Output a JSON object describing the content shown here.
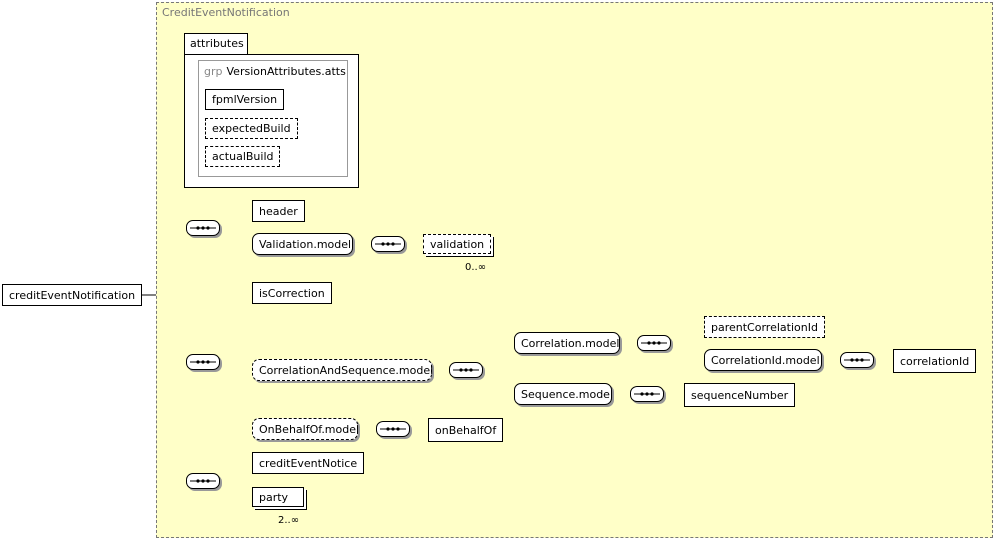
{
  "type_name": "CreditEventNotification",
  "root": "creditEventNotification",
  "attributes": {
    "tab_label": "attributes",
    "group_keyword": "grp",
    "group_name": "VersionAttributes.atts",
    "items": [
      "fpmlVersion",
      "expectedBuild",
      "actualBuild"
    ]
  },
  "elements": {
    "header": "header",
    "validation_model": "Validation.model",
    "validation": "validation",
    "validation_occurs": "0..∞",
    "is_correction": "isCorrection",
    "correlation_and_sequence_model": "CorrelationAndSequence.model",
    "correlation_model": "Correlation.model",
    "parent_correlation_id": "parentCorrelationId",
    "correlation_id_model": "CorrelationId.model",
    "correlation_id": "correlationId",
    "sequence_model": "Sequence.model",
    "sequence_number": "sequenceNumber",
    "on_behalf_of_model": "OnBehalfOf.model",
    "on_behalf_of": "onBehalfOf",
    "credit_event_notice": "creditEventNotice",
    "party": "party",
    "party_occurs": "2..∞"
  }
}
